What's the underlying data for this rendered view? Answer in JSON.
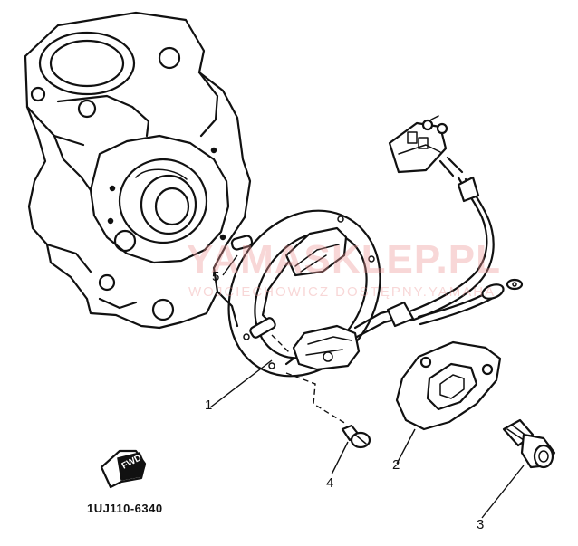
{
  "diagram": {
    "part_code": "1UJ110-6340",
    "callouts": [
      {
        "id": "1",
        "label": "1"
      },
      {
        "id": "2",
        "label": "2"
      },
      {
        "id": "3",
        "label": "3"
      },
      {
        "id": "4",
        "label": "4"
      },
      {
        "id": "5",
        "label": "5"
      }
    ],
    "direction_badge": "FWD"
  },
  "watermark": {
    "brand": "YAMASKLEP.PL",
    "subtitle": "WOJCIECHOWICZ DOSTĘPNY.YAMAHA",
    "color": "#ec9696"
  },
  "colors": {
    "ink": "#111111",
    "background": "#ffffff"
  }
}
